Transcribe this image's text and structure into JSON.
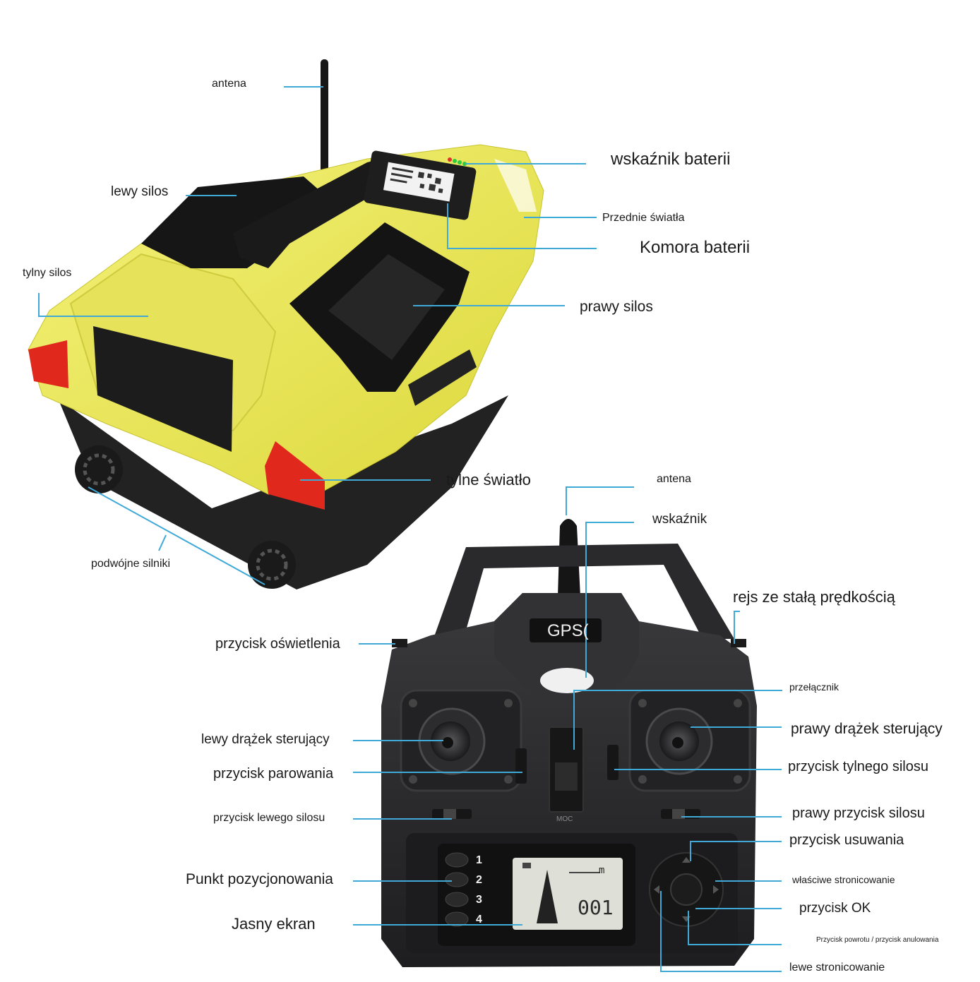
{
  "boat": {
    "labels": {
      "antenna": "antena",
      "battery_indicator": "wskaźnik baterii",
      "left_silo": "lewy silos",
      "front_lights": "Przednie światła",
      "battery_compartment": "Komora baterii",
      "rear_silo": "tylny silos",
      "right_silo": "prawy silos",
      "rear_light": "tylne światło",
      "twin_motors": "podwójne silniki"
    }
  },
  "remote": {
    "labels": {
      "antenna": "antena",
      "indicator": "wskaźnik",
      "cruise": "rejs ze stałą prędkością",
      "light_button": "przycisk oświetlenia",
      "switch": "przełącznik",
      "left_stick": "lewy drążek sterujący",
      "right_stick": "prawy drążek sterujący",
      "pairing_button": "przycisk parowania",
      "rear_silo_button": "przycisk tylnego silosu",
      "left_silo_button": "przycisk lewego silosu",
      "right_silo_button": "prawy przycisk silosu",
      "delete_button": "przycisk usuwania",
      "positioning_point": "Punkt pozycjonowania",
      "right_paging": "właściwe stronicowanie",
      "ok_button": "przycisk OK",
      "bright_screen": "Jasny ekran",
      "back_cancel": "Przycisk powrotu / przycisk anulowania",
      "left_paging": "lewe stronicowanie"
    },
    "device": {
      "gps_label": "GPS(",
      "power_label": "MOC",
      "point_numbers": [
        "1",
        "2",
        "3",
        "4"
      ],
      "lcd_value": "001",
      "lcd_unit": "m"
    }
  },
  "colors": {
    "hull_yellow": "#ecea5a",
    "hull_black": "#1f1f1f",
    "tail_light_red": "#e0281c",
    "leader_line": "#3fa9d8",
    "remote_body": "#2b2b2d",
    "lcd": "#dedfd6"
  }
}
